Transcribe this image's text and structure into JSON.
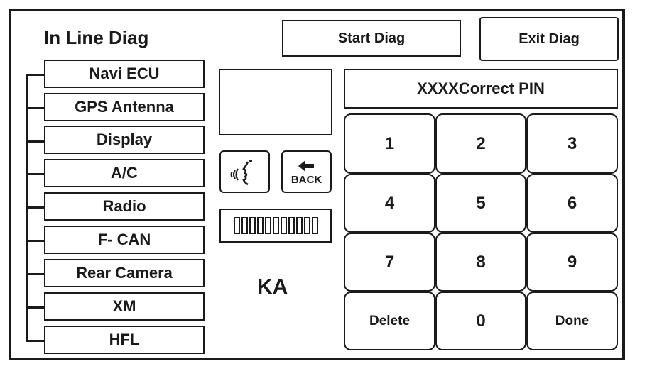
{
  "header": {
    "title": "In Line Diag",
    "start_label": "Start Diag",
    "exit_label": "Exit Diag"
  },
  "menu": {
    "items": [
      {
        "label": "Navi ECU"
      },
      {
        "label": "GPS Antenna"
      },
      {
        "label": "Display"
      },
      {
        "label": "A/C"
      },
      {
        "label": "Radio"
      },
      {
        "label": "F- CAN"
      },
      {
        "label": "Rear Camera"
      },
      {
        "label": "XM"
      },
      {
        "label": "HFL"
      }
    ]
  },
  "middle": {
    "back_label": "BACK",
    "voice_icon": "voice-icon",
    "back_icon": "arrow-left-icon",
    "region_code": "KA",
    "segment_count": 11
  },
  "keypad": {
    "pin_display": "XXXXCorrect PIN",
    "keys": [
      "1",
      "2",
      "3",
      "4",
      "5",
      "6",
      "7",
      "8",
      "9",
      "Delete",
      "0",
      "Done"
    ]
  }
}
